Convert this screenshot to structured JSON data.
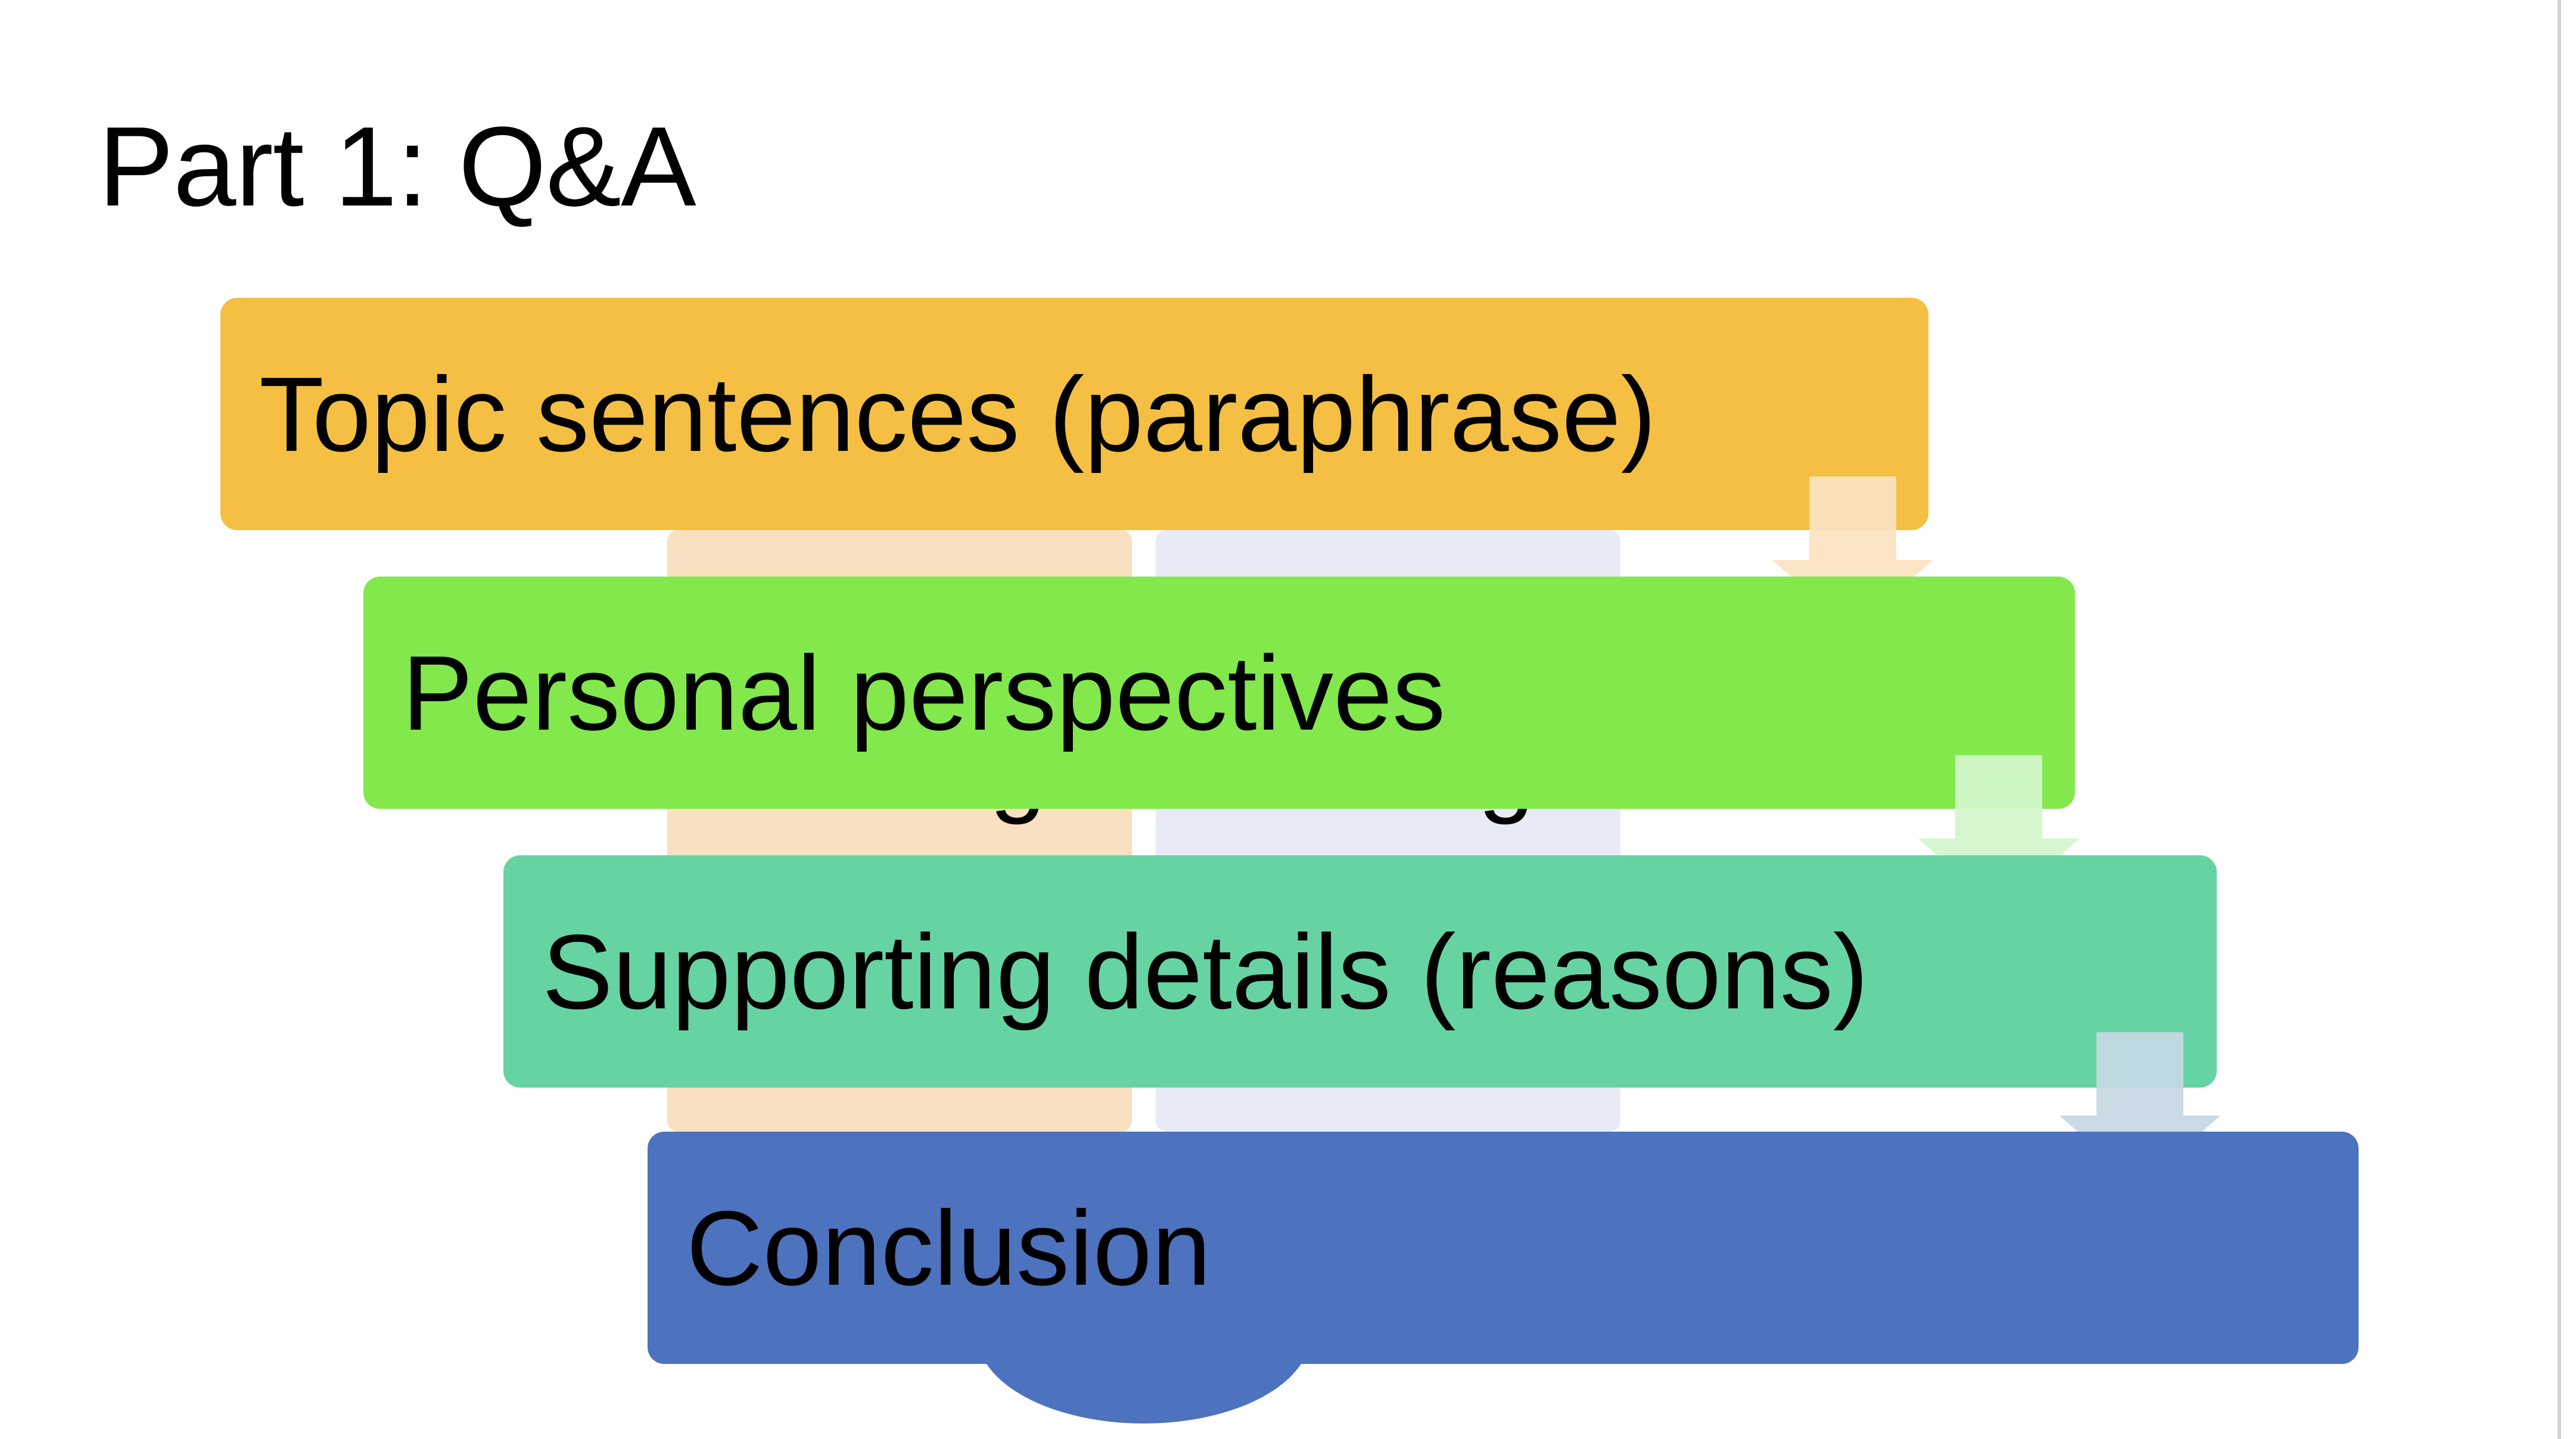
{
  "slide": {
    "title": "Part 1: Q&A"
  },
  "diagram": {
    "steps": [
      {
        "label": "Topic sentences (paraphrase)",
        "color": "#f4bf42"
      },
      {
        "label": "Personal perspectives",
        "color": "#82e84c"
      },
      {
        "label": "Supporting details (reasons)",
        "color": "#66d3a3"
      },
      {
        "label": "Conclusion",
        "color": "#4d72be"
      }
    ],
    "arrows": [
      {
        "color": "#fbe3c1"
      },
      {
        "color": "#d2f5cb"
      },
      {
        "color": "#c6d8e4"
      }
    ],
    "background_shapes": {
      "left_column_color": "#f9e0c1",
      "right_column_color": "#e8ebf5",
      "circle_color": "#4d72be",
      "left_partial_text": "talking",
      "right_partial_text": "talking"
    }
  }
}
